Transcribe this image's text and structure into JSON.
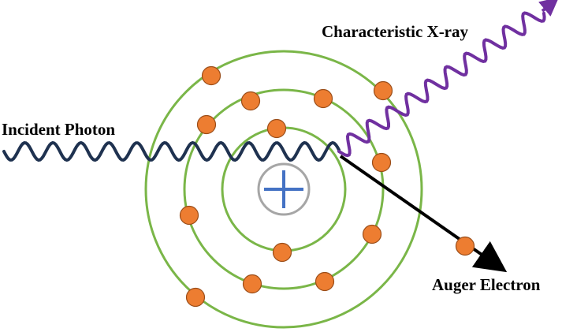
{
  "labels": {
    "incident_photon": "Incident Photon",
    "characteristic_xray": "Characteristic X-ray",
    "auger_electron": "Auger Electron"
  },
  "colors": {
    "shell": "#7ab648",
    "electron_fill": "#ed7d31",
    "electron_stroke": "#9a4c17",
    "incident_wave": "#1f3250",
    "xray_wave": "#7030a0",
    "auger_arrow": "#000000",
    "nucleus_ring": "#a6a6a6",
    "nucleus_plus": "#4472c4"
  },
  "icons": {
    "nucleus": "plus-sign-in-circle",
    "photon": "sine-wave",
    "emitted_xray": "sine-wave-arrow",
    "auger": "arrow"
  }
}
